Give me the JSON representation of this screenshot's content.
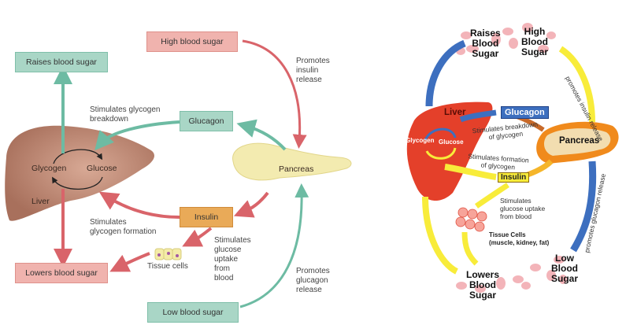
{
  "left_diagram": {
    "boxes": {
      "high_blood_sugar": "High blood sugar",
      "raises_blood_sugar": "Raises blood sugar",
      "glucagon": "Glucagon",
      "insulin": "Insulin",
      "lowers_blood_sugar": "Lowers blood sugar",
      "low_blood_sugar": "Low blood sugar"
    },
    "labels": {
      "promotes_insulin_release": "Promotes\ninsulin\nrelease",
      "stimulates_glycogen_breakdown": "Stimulates glycogen\nbreakdown",
      "stimulates_glycogen_formation": "Stimulates\nglycogen formation",
      "stimulates_glucose_uptake": "Stimulates\nglucose\nuptake\nfrom\nblood",
      "promotes_glucagon_release": "Promotes\nglucagon\nrelease",
      "tissue_cells": "Tissue cells",
      "pancreas": "Pancreas",
      "liver": "Liver",
      "glycogen": "Glycogen",
      "glucose": "Glucose"
    },
    "colors": {
      "green": "#6dbba3",
      "red": "#d9646a",
      "liver": "#b97a66",
      "pancreas": "#f3ebb0",
      "insulin_box": "#e9aa58"
    }
  },
  "right_diagram": {
    "labels": {
      "raises_blood_sugar": "Raises\nBlood\nSugar",
      "high_blood_sugar": "High\nBlood\nSugar",
      "promotes_insulin_release": "promotes insulin release",
      "liver": "Liver",
      "glucagon": "Glucagon",
      "glycogen": "Glycogen",
      "glucose": "Glucose",
      "stimulates_breakdown": "Stimulates breakdown\nof glycogen",
      "stimulates_formation": "Stimulates formation\nof glycogen",
      "pancreas": "Pancreas",
      "insulin": "Insulin",
      "stimulates_uptake": "Stimulates\nglucose uptake\nfrom blood",
      "tissue_cells": "Tissue Cells\n(muscle, kidney, fat)",
      "promotes_glucagon_release": "promotes glucagon release",
      "low_blood_sugar": "Low\nBlood\nSugar",
      "lowers_blood_sugar": "Lowers\nBlood\nSugar"
    },
    "colors": {
      "blue": "#3d6fbf",
      "yellow": "#f8ec3a",
      "liver": "#e4402a",
      "pancreas_ring": "#f08a1c",
      "pancreas_inner": "#f2ddb0",
      "blood_cells": "#f1a8ad"
    }
  }
}
